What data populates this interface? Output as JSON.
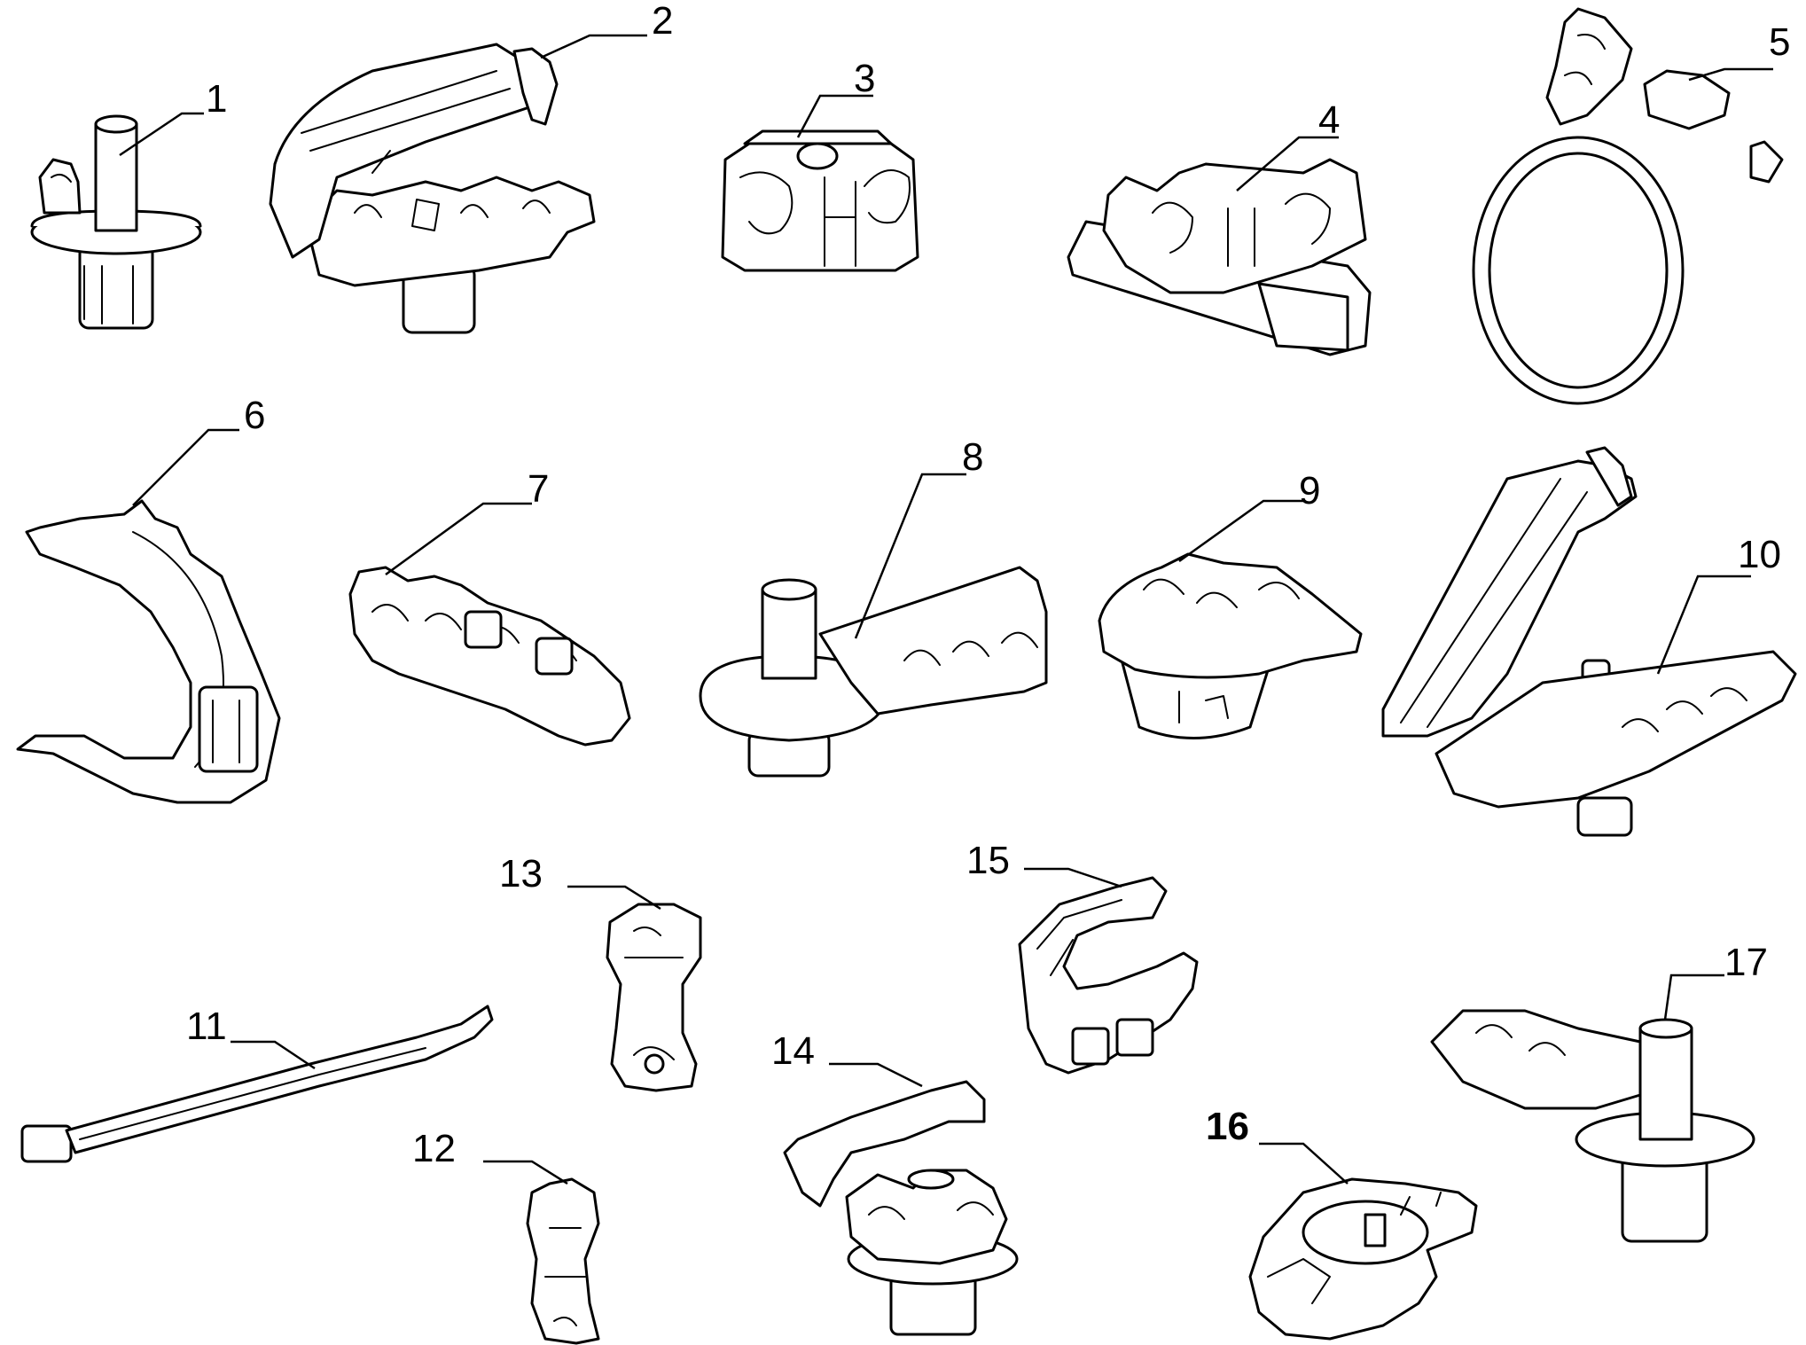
{
  "colors": {
    "ink": "#000000",
    "paper": "#ffffff"
  },
  "callouts": [
    {
      "id": "1",
      "label": "1",
      "bold": false
    },
    {
      "id": "2",
      "label": "2",
      "bold": false
    },
    {
      "id": "3",
      "label": "3",
      "bold": false
    },
    {
      "id": "4",
      "label": "4",
      "bold": false
    },
    {
      "id": "5",
      "label": "5",
      "bold": false
    },
    {
      "id": "6",
      "label": "6",
      "bold": false
    },
    {
      "id": "7",
      "label": "7",
      "bold": false
    },
    {
      "id": "8",
      "label": "8",
      "bold": false
    },
    {
      "id": "9",
      "label": "9",
      "bold": false
    },
    {
      "id": "10",
      "label": "10",
      "bold": false
    },
    {
      "id": "11",
      "label": "11",
      "bold": false
    },
    {
      "id": "12",
      "label": "12",
      "bold": false
    },
    {
      "id": "13",
      "label": "13",
      "bold": false
    },
    {
      "id": "14",
      "label": "14",
      "bold": false
    },
    {
      "id": "15",
      "label": "15",
      "bold": false
    },
    {
      "id": "16",
      "label": "16",
      "bold": true
    },
    {
      "id": "17",
      "label": "17",
      "bold": false
    }
  ]
}
